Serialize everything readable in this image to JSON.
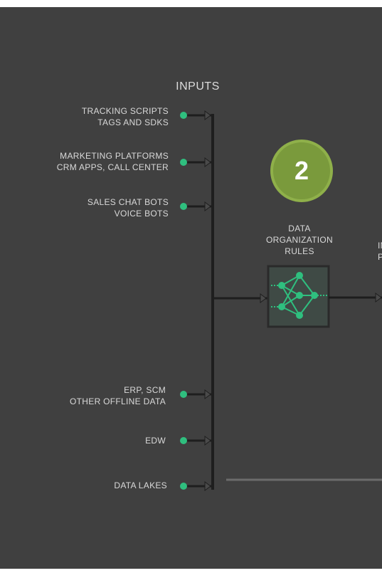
{
  "diagram": {
    "inputs_title": "INPUTS",
    "inputs": [
      {
        "line1": "TRACKING SCRIPTS",
        "line2": "TAGS AND SDKS"
      },
      {
        "line1": "MARKETING PLATFORMS",
        "line2": "CRM APPS,  CALL CENTER"
      },
      {
        "line1": "SALES CHAT BOTS",
        "line2": "VOICE BOTS"
      },
      {
        "line1": "ERP,  SCM",
        "line2": "OTHER OFFLINE DATA"
      },
      {
        "line1": "EDW",
        "line2": ""
      },
      {
        "line1": "DATA LAKES",
        "line2": ""
      }
    ],
    "step_number": "2",
    "process_label": {
      "line1": "DATA",
      "line2": "ORGANIZATION",
      "line3": "RULES"
    },
    "cut_label": {
      "line1": "IN",
      "line2": "P"
    }
  },
  "colors": {
    "background": "#404040",
    "node_green": "#2fbf7f",
    "connector": "#1e1e1e",
    "badge": "#7a9a3c"
  }
}
